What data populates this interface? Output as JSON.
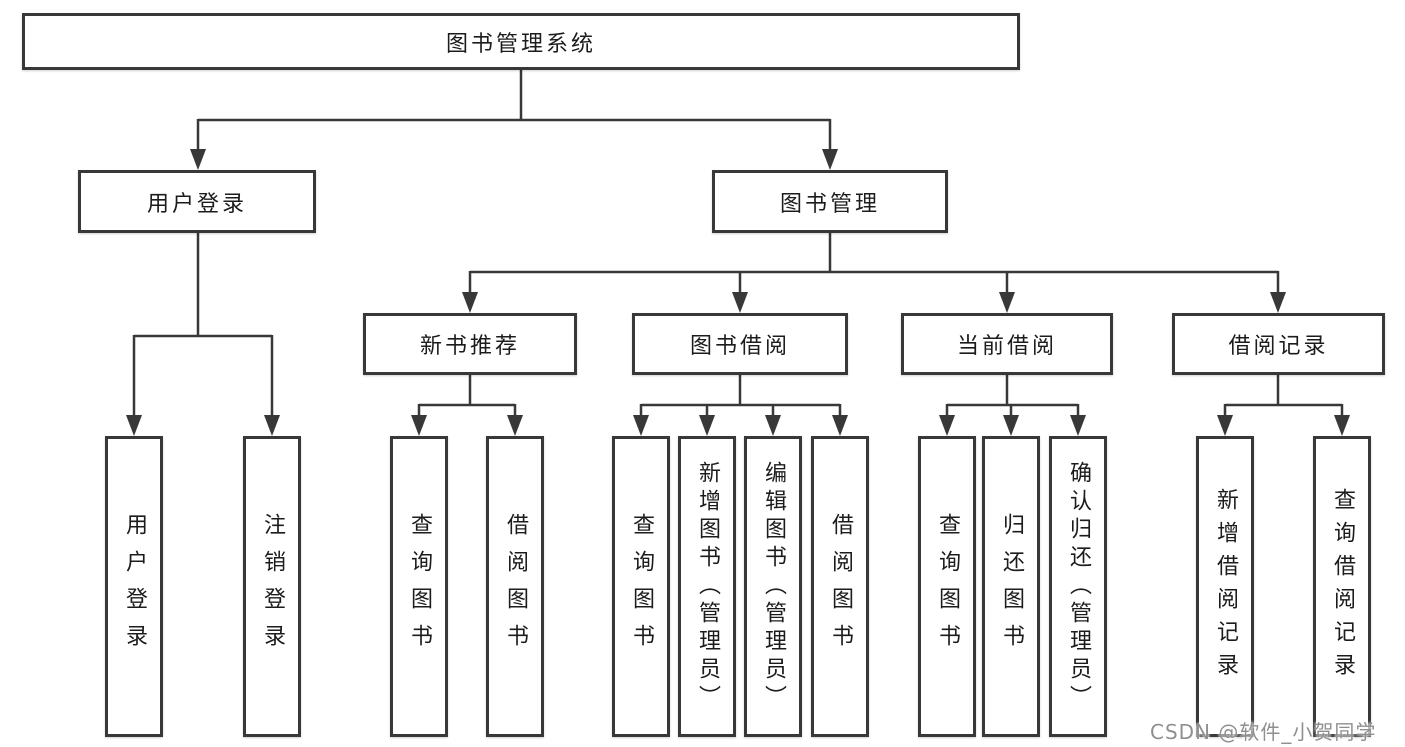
{
  "diagram": {
    "root": {
      "label": "图书管理系统"
    },
    "branches": [
      {
        "label": "用户登录",
        "children": [
          {
            "label": "用户登录"
          },
          {
            "label": "注销登录"
          }
        ]
      },
      {
        "label": "图书管理",
        "children": [
          {
            "label": "新书推荐",
            "children": [
              {
                "label": "查询图书"
              },
              {
                "label": "借阅图书"
              }
            ]
          },
          {
            "label": "图书借阅",
            "children": [
              {
                "label": "查询图书"
              },
              {
                "label": "新增图书（管理员）"
              },
              {
                "label": "编辑图书（管理员）"
              },
              {
                "label": "借阅图书"
              }
            ]
          },
          {
            "label": "当前借阅",
            "children": [
              {
                "label": "查询图书"
              },
              {
                "label": "归还图书"
              },
              {
                "label": "确认归还（管理员）"
              }
            ]
          },
          {
            "label": "借阅记录",
            "children": [
              {
                "label": "新增借阅记录"
              },
              {
                "label": "查询借阅记录"
              }
            ]
          }
        ]
      }
    ]
  },
  "watermark": "CSDN @软件_小贺同学",
  "colors": {
    "line": "#383838",
    "border": "#383838",
    "text": "#1c1c1c",
    "watermark": "#8f8f8f",
    "background": "#ffffff"
  }
}
